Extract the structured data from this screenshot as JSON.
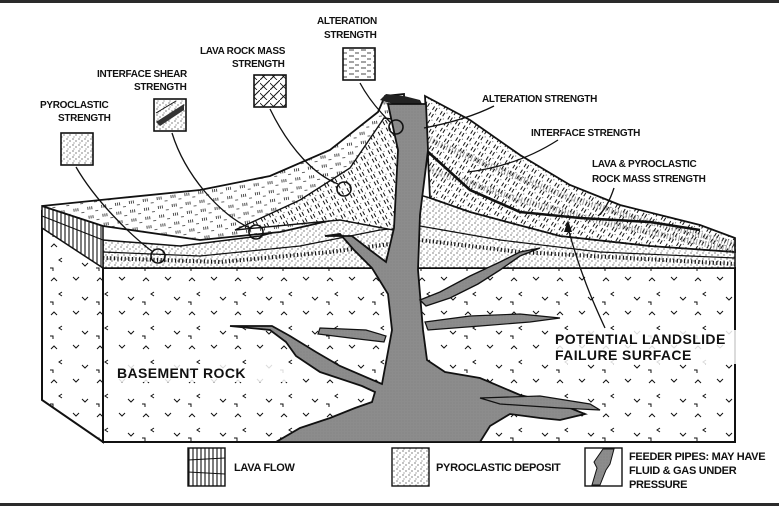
{
  "title": "Volcano flank stability block diagram",
  "colors": {
    "ink": "#111111",
    "magma": "#8c8c8c",
    "paper": "#ffffff",
    "frame": "#2a2a2a"
  },
  "callouts_left": [
    {
      "id": "pyroclastic",
      "lines": [
        "PYROCLASTIC",
        "STRENGTH"
      ],
      "pattern": "pyroclastic"
    },
    {
      "id": "interface-shear",
      "lines": [
        "INTERFACE SHEAR",
        "STRENGTH"
      ],
      "pattern": "interface-shear"
    },
    {
      "id": "lava-rock-mass",
      "lines": [
        "LAVA ROCK MASS",
        "STRENGTH"
      ],
      "pattern": "lava-rock-mass"
    },
    {
      "id": "alteration-top",
      "lines": [
        "ALTERATION",
        "STRENGTH"
      ],
      "pattern": "alteration"
    }
  ],
  "callouts_right": [
    {
      "id": "alteration-right",
      "lines": [
        "ALTERATION STRENGTH"
      ]
    },
    {
      "id": "interface-right",
      "lines": [
        "INTERFACE STRENGTH"
      ]
    },
    {
      "id": "lava-pyroclastic-right",
      "lines": [
        "LAVA & PYROCLASTIC",
        "ROCK MASS STRENGTH"
      ]
    }
  ],
  "region_labels": {
    "basement": "BASEMENT ROCK",
    "failure_surface": [
      "POTENTIAL LANDSLIDE",
      "FAILURE SURFACE"
    ]
  },
  "legend": [
    {
      "id": "lava-flow",
      "lines": [
        "LAVA FLOW"
      ],
      "icon": "lava-flow-swatch"
    },
    {
      "id": "pyroclastic-deposit",
      "lines": [
        "PYROCLASTIC DEPOSIT"
      ],
      "icon": "pyroclastic-swatch"
    },
    {
      "id": "feeder-pipes",
      "lines": [
        "FEEDER PIPES: MAY HAVE",
        "FLUID & GAS UNDER",
        "PRESSURE"
      ],
      "icon": "feeder-pipe-swatch"
    }
  ]
}
